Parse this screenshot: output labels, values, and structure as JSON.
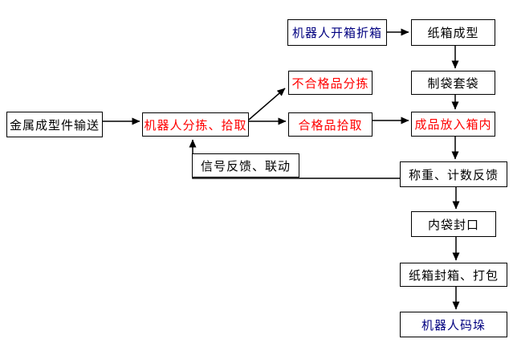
{
  "diagram": {
    "type": "flowchart",
    "background": "#ffffff",
    "colors": {
      "box_border": "#000000",
      "connector": "#000000",
      "text_default": "#000000",
      "text_red": "#ff0000",
      "text_blue": "#000080"
    },
    "nodes": [
      {
        "id": "metal-forming-conveying",
        "label": "金属成型件输送",
        "text_color": "#000000"
      },
      {
        "id": "robot-sorting-picking",
        "label": "机器人分拣、拾取",
        "text_color": "#ff0000"
      },
      {
        "id": "robot-carton-unfolding",
        "label": "机器人开箱折箱",
        "text_color": "#000080"
      },
      {
        "id": "carton-forming",
        "label": "纸箱成型",
        "text_color": "#000000"
      },
      {
        "id": "bag-making-bagging",
        "label": "制袋套袋",
        "text_color": "#000000"
      },
      {
        "id": "defective-sorting",
        "label": "不合格品分拣",
        "text_color": "#ff0000"
      },
      {
        "id": "qualified-picking",
        "label": "合格品拾取",
        "text_color": "#ff0000"
      },
      {
        "id": "product-into-box",
        "label": "成品放入箱内",
        "text_color": "#ff0000"
      },
      {
        "id": "signal-feedback-linkage",
        "label": "信号反馈、联动",
        "text_color": "#000000"
      },
      {
        "id": "weighing-count-feedback",
        "label": "称重、计数反馈",
        "text_color": "#000000"
      },
      {
        "id": "inner-bag-sealing",
        "label": "内袋封口",
        "text_color": "#000000"
      },
      {
        "id": "carton-sealing-packing",
        "label": "纸箱封箱、打包",
        "text_color": "#000000"
      },
      {
        "id": "robot-palletizing",
        "label": "机器人码垛",
        "text_color": "#000080"
      }
    ],
    "edges": [
      {
        "from": "metal-forming-conveying",
        "to": "robot-sorting-picking"
      },
      {
        "from": "robot-sorting-picking",
        "to": "defective-sorting"
      },
      {
        "from": "robot-sorting-picking",
        "to": "qualified-picking"
      },
      {
        "from": "robot-carton-unfolding",
        "to": "carton-forming"
      },
      {
        "from": "carton-forming",
        "to": "bag-making-bagging"
      },
      {
        "from": "bag-making-bagging",
        "to": "product-into-box"
      },
      {
        "from": "qualified-picking",
        "to": "product-into-box"
      },
      {
        "from": "product-into-box",
        "to": "weighing-count-feedback"
      },
      {
        "from": "weighing-count-feedback",
        "to": "robot-sorting-picking",
        "via": "signal-feedback-linkage"
      },
      {
        "from": "weighing-count-feedback",
        "to": "inner-bag-sealing"
      },
      {
        "from": "inner-bag-sealing",
        "to": "carton-sealing-packing"
      },
      {
        "from": "carton-sealing-packing",
        "to": "robot-palletizing"
      }
    ]
  }
}
